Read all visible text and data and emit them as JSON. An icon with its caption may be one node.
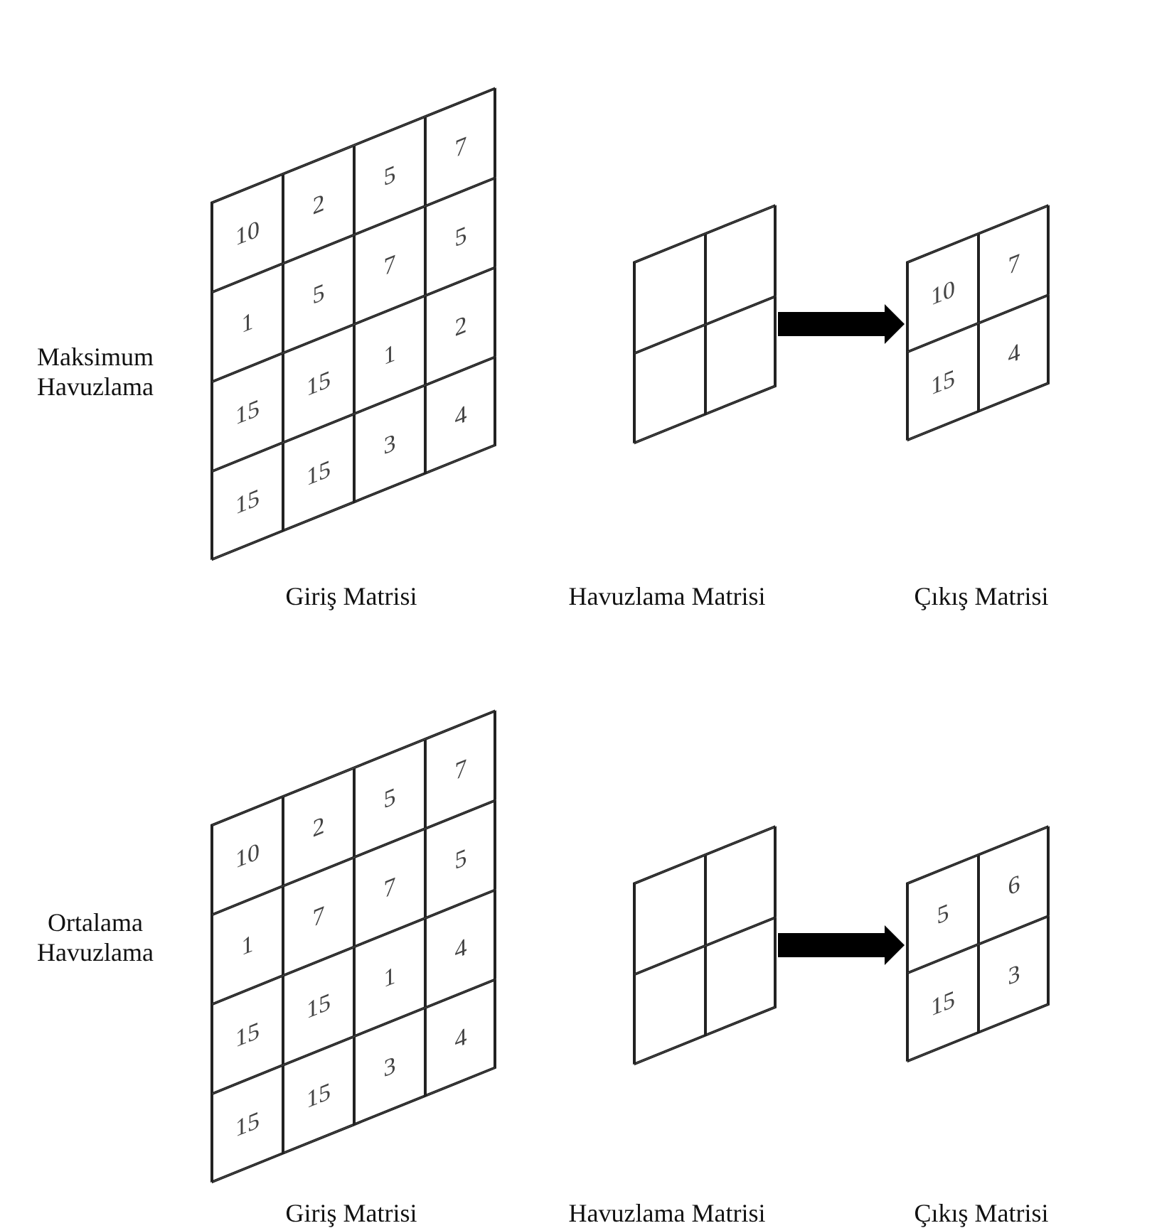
{
  "diagram": {
    "nodes": [
      {
        "text": [
          "10",
          "2",
          "5",
          "7",
          "1",
          "5",
          "7",
          "5",
          "15",
          "15",
          "1",
          "2",
          "15",
          "15",
          "3",
          "4"
        ]
      },
      {
        "text": [],
        "shape": "box"
      },
      {
        "text": [
          "10",
          "7",
          "15",
          "4"
        ]
      },
      {
        "text": [
          "10",
          "2",
          "5",
          "7",
          "1",
          "7",
          "7",
          "5",
          "15",
          "15",
          "1",
          "4",
          "15",
          "15",
          "3",
          "4"
        ]
      },
      {
        "text": [],
        "shape": "box"
      },
      {
        "text": [
          "5",
          "6",
          "15",
          "3"
        ]
      }
    ],
    "edges": [
      {
        "from": 1,
        "to": 2,
        "arrow": "to"
      },
      {
        "from": 4,
        "to": 5,
        "arrow": "to"
      }
    ],
    "labels": [
      "Maksimum Havuzlama",
      "Giriş Matrisi",
      "Havuzlama Matrisi",
      "Çıkış Matrisi",
      "Ortalama Havuzlama",
      "Giriş Matrisi",
      "Havuzlama Matrisi",
      "Çıkış Matrisi"
    ]
  }
}
